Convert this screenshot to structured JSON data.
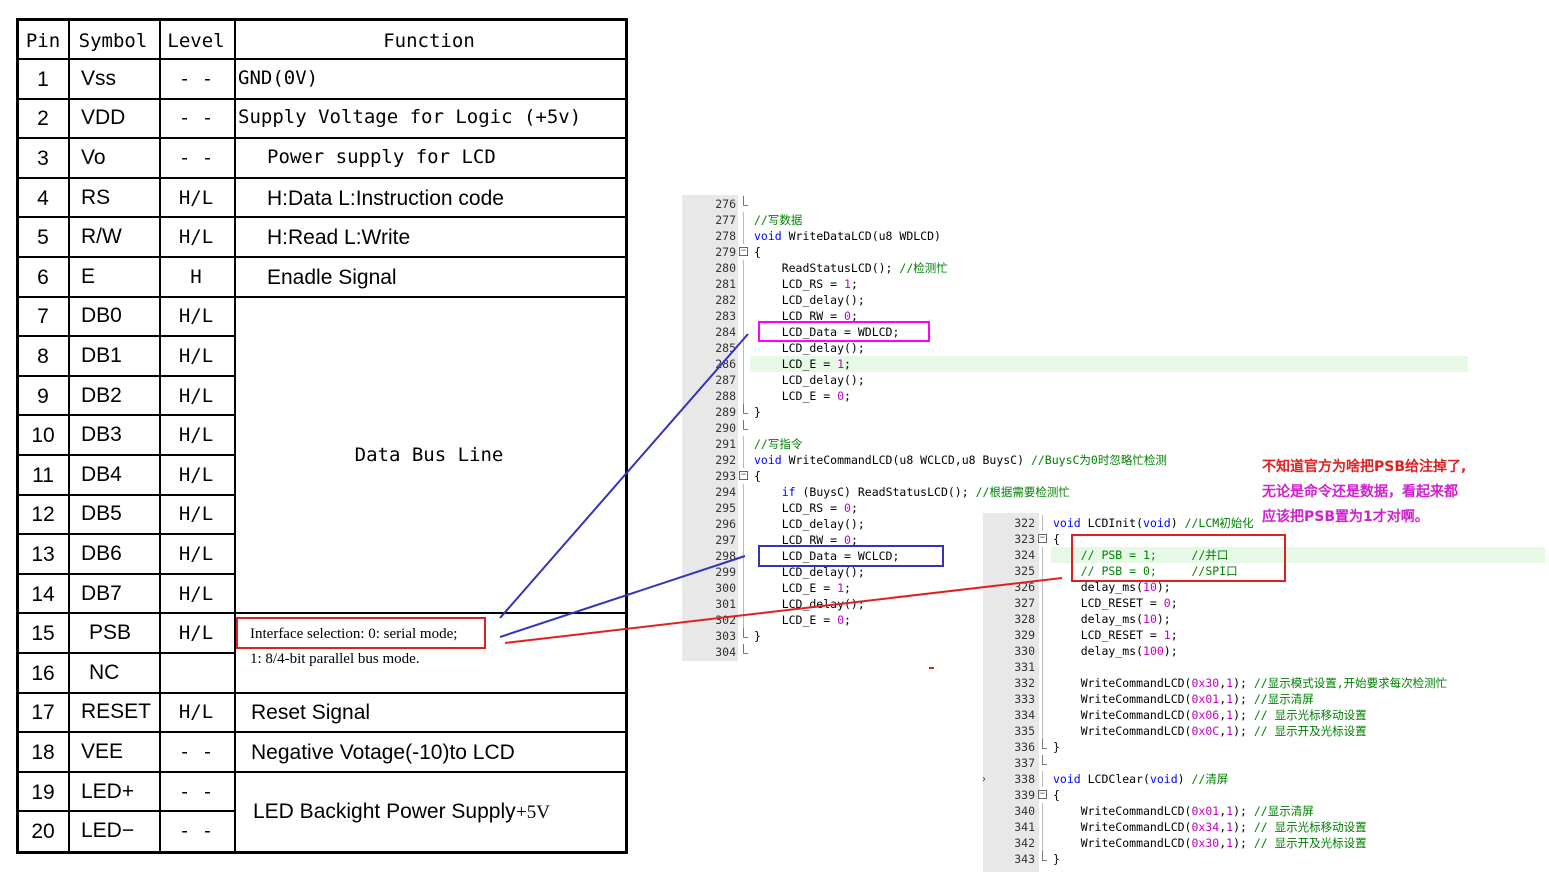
{
  "pin_table": {
    "headers": [
      "Pin",
      "Symbol",
      "Level",
      "Function"
    ],
    "rows": [
      {
        "pin": "1",
        "symbol": "Vss",
        "level": "- -",
        "function": "GND(0V)"
      },
      {
        "pin": "2",
        "symbol": "VDD",
        "level": "- -",
        "function": "Supply Voltage for Logic (+5v)"
      },
      {
        "pin": "3",
        "symbol": "Vo",
        "level": "- -",
        "function": "Power supply for LCD"
      },
      {
        "pin": "4",
        "symbol": "RS",
        "level": "H/L",
        "function": "H:Data L:Instruction code"
      },
      {
        "pin": "5",
        "symbol": "R/W",
        "level": "H/L",
        "function": "H:Read L:Write"
      },
      {
        "pin": "6",
        "symbol": "E",
        "level": "H",
        "function": "Enadle Signal"
      },
      {
        "pin": "7",
        "symbol": "DB0",
        "level": "H/L"
      },
      {
        "pin": "8",
        "symbol": "DB1",
        "level": "H/L"
      },
      {
        "pin": "9",
        "symbol": "DB2",
        "level": "H/L"
      },
      {
        "pin": "10",
        "symbol": "DB3",
        "level": "H/L"
      },
      {
        "pin": "11",
        "symbol": "DB4",
        "level": "H/L"
      },
      {
        "pin": "12",
        "symbol": "DB5",
        "level": "H/L"
      },
      {
        "pin": "13",
        "symbol": "DB6",
        "level": "H/L"
      },
      {
        "pin": "14",
        "symbol": "DB7",
        "level": "H/L"
      },
      {
        "pin": "15",
        "symbol": "PSB",
        "level": "H/L"
      },
      {
        "pin": "16",
        "symbol": "NC",
        "level": ""
      },
      {
        "pin": "17",
        "symbol": "RESET",
        "level": "H/L",
        "function": "Reset Signal"
      },
      {
        "pin": "18",
        "symbol": "VEE",
        "level": "- -",
        "function": "Negative Votage(-10)to LCD"
      },
      {
        "pin": "19",
        "symbol": "LED+",
        "level": "- -"
      },
      {
        "pin": "20",
        "symbol": "LED−",
        "level": "- -"
      }
    ],
    "data_bus_function": "Data Bus Line",
    "psb_function_line1": "Interface selection: 0: serial mode;",
    "psb_function_line2": "1: 8/4-bit parallel bus mode.",
    "led_function": "LED Backight Power Supply",
    "led_voltage": "+5V"
  },
  "code_panel_1": {
    "lines": [
      {
        "n": "276",
        "fold": "end",
        "seg": []
      },
      {
        "n": "277",
        "seg": [
          [
            "cm",
            "//写数据"
          ]
        ]
      },
      {
        "n": "278",
        "seg": [
          [
            "kw",
            "void"
          ],
          [
            "tx",
            " WriteDataLCD(u8 WDLCD)"
          ]
        ]
      },
      {
        "n": "279",
        "fold": "open",
        "seg": [
          [
            "tx",
            "{"
          ]
        ]
      },
      {
        "n": "280",
        "seg": [
          [
            "tx",
            "    ReadStatusLCD(); "
          ],
          [
            "cm",
            "//检测忙"
          ]
        ]
      },
      {
        "n": "281",
        "seg": [
          [
            "tx",
            "    LCD_RS = "
          ],
          [
            "num",
            "1"
          ],
          [
            "tx",
            ";"
          ]
        ]
      },
      {
        "n": "282",
        "seg": [
          [
            "tx",
            "    LCD_delay();"
          ]
        ]
      },
      {
        "n": "283",
        "seg": [
          [
            "tx",
            "    LCD_RW = "
          ],
          [
            "num",
            "0"
          ],
          [
            "tx",
            ";"
          ]
        ]
      },
      {
        "n": "284",
        "seg": [
          [
            "tx",
            "    LCD_Data = WDLCD;"
          ]
        ]
      },
      {
        "n": "285",
        "seg": [
          [
            "tx",
            "    LCD_delay();"
          ]
        ]
      },
      {
        "n": "286",
        "seg": [
          [
            "tx",
            "    LCD_E = "
          ],
          [
            "num",
            "1"
          ],
          [
            "tx",
            ";"
          ]
        ],
        "highlight": true
      },
      {
        "n": "287",
        "seg": [
          [
            "tx",
            "    LCD_delay();"
          ]
        ]
      },
      {
        "n": "288",
        "seg": [
          [
            "tx",
            "    LCD_E = "
          ],
          [
            "num",
            "0"
          ],
          [
            "tx",
            ";"
          ]
        ]
      },
      {
        "n": "289",
        "fold": "end",
        "seg": [
          [
            "tx",
            "}"
          ]
        ]
      },
      {
        "n": "290",
        "fold": "end",
        "seg": []
      },
      {
        "n": "291",
        "seg": [
          [
            "cm",
            "//写指令"
          ]
        ]
      },
      {
        "n": "292",
        "seg": [
          [
            "kw",
            "void"
          ],
          [
            "tx",
            " WriteCommandLCD(u8 WCLCD,u8 BuysC) "
          ],
          [
            "cm",
            "//BuysC为0时忽略忙检测"
          ]
        ]
      },
      {
        "n": "293",
        "fold": "open",
        "seg": [
          [
            "tx",
            "{"
          ]
        ]
      },
      {
        "n": "294",
        "seg": [
          [
            "tx",
            "    "
          ],
          [
            "kw",
            "if"
          ],
          [
            "tx",
            " (BuysC) ReadStatusLCD(); "
          ],
          [
            "cm",
            "//根据需要检测忙"
          ]
        ]
      },
      {
        "n": "295",
        "seg": [
          [
            "tx",
            "    LCD_RS = "
          ],
          [
            "num",
            "0"
          ],
          [
            "tx",
            ";"
          ]
        ]
      },
      {
        "n": "296",
        "seg": [
          [
            "tx",
            "    LCD_delay();"
          ]
        ]
      },
      {
        "n": "297",
        "seg": [
          [
            "tx",
            "    LCD_RW = "
          ],
          [
            "num",
            "0"
          ],
          [
            "tx",
            ";"
          ]
        ]
      },
      {
        "n": "298",
        "seg": [
          [
            "tx",
            "    LCD_Data = WCLCD;"
          ]
        ]
      },
      {
        "n": "299",
        "seg": [
          [
            "tx",
            "    LCD_delay();"
          ]
        ]
      },
      {
        "n": "300",
        "seg": [
          [
            "tx",
            "    LCD_E = "
          ],
          [
            "num",
            "1"
          ],
          [
            "tx",
            ";"
          ]
        ]
      },
      {
        "n": "301",
        "seg": [
          [
            "tx",
            "    LCD_delay();"
          ]
        ]
      },
      {
        "n": "302",
        "seg": [
          [
            "tx",
            "    LCD_E = "
          ],
          [
            "num",
            "0"
          ],
          [
            "tx",
            ";"
          ]
        ]
      },
      {
        "n": "303",
        "fold": "end",
        "seg": [
          [
            "tx",
            "}"
          ]
        ]
      },
      {
        "n": "304",
        "fold": "end",
        "seg": []
      }
    ]
  },
  "code_panel_2": {
    "lines": [
      {
        "n": "322",
        "seg": [
          [
            "kw",
            "void"
          ],
          [
            "tx",
            " LCDInit("
          ],
          [
            "kw",
            "void"
          ],
          [
            "tx",
            ") "
          ],
          [
            "cm",
            "//LCM初始化"
          ]
        ]
      },
      {
        "n": "323",
        "fold": "open",
        "seg": [
          [
            "tx",
            "{"
          ]
        ]
      },
      {
        "n": "324",
        "seg": [
          [
            "cm",
            "    // PSB = 1;     //并口"
          ]
        ],
        "highlight": true
      },
      {
        "n": "325",
        "seg": [
          [
            "cm",
            "    // PSB = 0;     //SPI口"
          ]
        ]
      },
      {
        "n": "326",
        "seg": [
          [
            "tx",
            "    delay_ms("
          ],
          [
            "num",
            "10"
          ],
          [
            "tx",
            ");"
          ]
        ]
      },
      {
        "n": "327",
        "seg": [
          [
            "tx",
            "    LCD_RESET = "
          ],
          [
            "num",
            "0"
          ],
          [
            "tx",
            ";"
          ]
        ]
      },
      {
        "n": "328",
        "seg": [
          [
            "tx",
            "    delay_ms("
          ],
          [
            "num",
            "10"
          ],
          [
            "tx",
            ");"
          ]
        ]
      },
      {
        "n": "329",
        "seg": [
          [
            "tx",
            "    LCD_RESET = "
          ],
          [
            "num",
            "1"
          ],
          [
            "tx",
            ";"
          ]
        ]
      },
      {
        "n": "330",
        "seg": [
          [
            "tx",
            "    delay_ms("
          ],
          [
            "num",
            "100"
          ],
          [
            "tx",
            ");"
          ]
        ]
      },
      {
        "n": "331",
        "seg": []
      },
      {
        "n": "332",
        "seg": [
          [
            "tx",
            "    WriteCommandLCD("
          ],
          [
            "num",
            "0x30"
          ],
          [
            "tx",
            ","
          ],
          [
            "num",
            "1"
          ],
          [
            "tx",
            "); "
          ],
          [
            "cm",
            "//显示模式设置,开始要求每次检测忙"
          ]
        ]
      },
      {
        "n": "333",
        "seg": [
          [
            "tx",
            "    WriteCommandLCD("
          ],
          [
            "num",
            "0x01"
          ],
          [
            "tx",
            ","
          ],
          [
            "num",
            "1"
          ],
          [
            "tx",
            "); "
          ],
          [
            "cm",
            "//显示清屏"
          ]
        ]
      },
      {
        "n": "334",
        "seg": [
          [
            "tx",
            "    WriteCommandLCD("
          ],
          [
            "num",
            "0x06"
          ],
          [
            "tx",
            ","
          ],
          [
            "num",
            "1"
          ],
          [
            "tx",
            "); "
          ],
          [
            "cm",
            "// 显示光标移动设置"
          ]
        ]
      },
      {
        "n": "335",
        "seg": [
          [
            "tx",
            "    WriteCommandLCD("
          ],
          [
            "num",
            "0x0C"
          ],
          [
            "tx",
            ","
          ],
          [
            "num",
            "1"
          ],
          [
            "tx",
            "); "
          ],
          [
            "cm",
            "// 显示开及光标设置"
          ]
        ]
      },
      {
        "n": "336",
        "fold": "end",
        "seg": [
          [
            "tx",
            "}"
          ]
        ]
      },
      {
        "n": "337",
        "fold": "end",
        "seg": []
      },
      {
        "n": "338",
        "seg": [
          [
            "kw",
            "void"
          ],
          [
            "tx",
            " LCDClear("
          ],
          [
            "kw",
            "void"
          ],
          [
            "tx",
            ") "
          ],
          [
            "cm",
            "//清屏"
          ]
        ]
      },
      {
        "n": "339",
        "fold": "open",
        "seg": [
          [
            "tx",
            "{"
          ]
        ]
      },
      {
        "n": "340",
        "seg": [
          [
            "tx",
            "    WriteCommandLCD("
          ],
          [
            "num",
            "0x01"
          ],
          [
            "tx",
            ","
          ],
          [
            "num",
            "1"
          ],
          [
            "tx",
            "); "
          ],
          [
            "cm",
            "//显示清屏"
          ]
        ]
      },
      {
        "n": "341",
        "seg": [
          [
            "tx",
            "    WriteCommandLCD("
          ],
          [
            "num",
            "0x34"
          ],
          [
            "tx",
            ","
          ],
          [
            "num",
            "1"
          ],
          [
            "tx",
            "); "
          ],
          [
            "cm",
            "// 显示光标移动设置"
          ]
        ]
      },
      {
        "n": "342",
        "seg": [
          [
            "tx",
            "    WriteCommandLCD("
          ],
          [
            "num",
            "0x30"
          ],
          [
            "tx",
            ","
          ],
          [
            "num",
            "1"
          ],
          [
            "tx",
            "); "
          ],
          [
            "cm",
            "// 显示开及光标设置"
          ]
        ]
      },
      {
        "n": "343",
        "fold": "end",
        "seg": [
          [
            "tx",
            "}"
          ]
        ]
      }
    ]
  },
  "annotation": {
    "line1": "不知道官方为啥把PSB给注掉了,",
    "line2": "无论是命令还是数据，看起来都",
    "line3": "应该把PSB置为1才对啊。"
  },
  "colors": {
    "keyword": "#0000ff",
    "comment": "#008000",
    "number": "#c000c0",
    "line_highlight": "#e6f9e6",
    "magenta_box": "#ff00ff",
    "blue_box": "#3333bb",
    "red_box": "#e02020",
    "note_red": "#e02020",
    "note_magenta": "#d020d0"
  },
  "icons": {
    "fold_open": "minus-box-icon",
    "fold_end": "fold-end-icon"
  }
}
